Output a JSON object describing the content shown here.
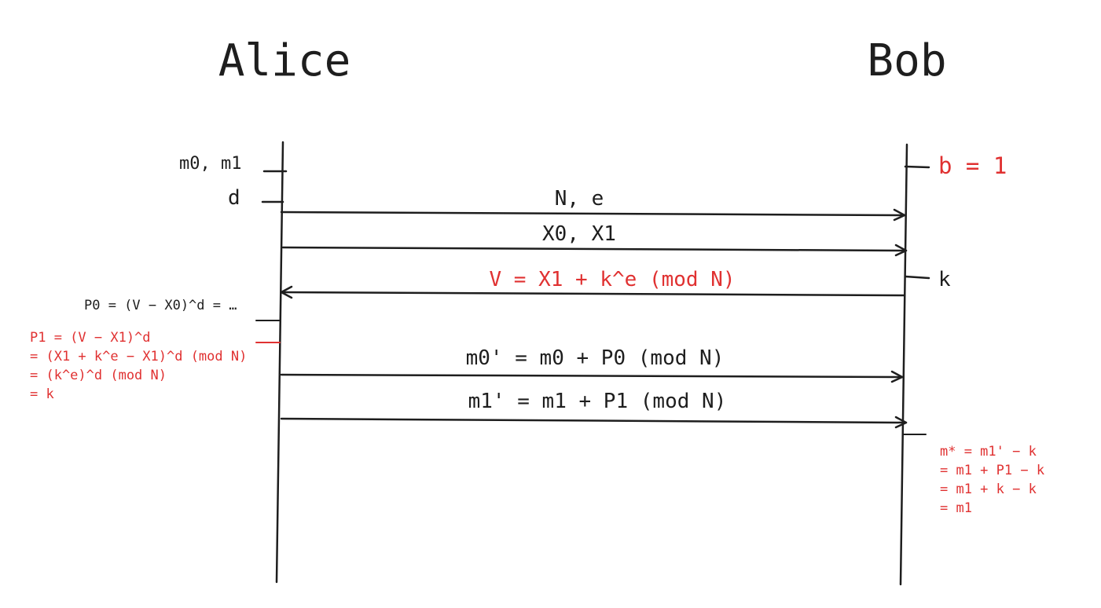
{
  "colors": {
    "ink": "#1e1e1e",
    "accent_red": "#e03131",
    "background": "#ffffff"
  },
  "parties": {
    "alice": "Alice",
    "bob": "Bob"
  },
  "alice_side": {
    "inputs_label": "m0, m1",
    "private_key_label": "d",
    "p0_label": "P0 = (V − X0)^d = …",
    "p1_derivation": [
      "P1 = (V − X1)^d",
      "= (X1 + k^e − X1)^d (mod N)",
      "= (k^e)^d (mod N)",
      "= k"
    ]
  },
  "bob_side": {
    "choice_label": "b = 1",
    "random_label": "k",
    "result_derivation": [
      "m* = m1' − k",
      "= m1 + P1 − k",
      "= m1 + k − k",
      "= m1"
    ]
  },
  "messages": [
    {
      "label": "N, e",
      "direction": "alice-to-bob",
      "highlight": false
    },
    {
      "label": "X0, X1",
      "direction": "alice-to-bob",
      "highlight": false
    },
    {
      "label": "V = X1 + k^e (mod N)",
      "direction": "bob-to-alice",
      "highlight": true
    },
    {
      "label": "m0' = m0 + P0 (mod N)",
      "direction": "alice-to-bob",
      "highlight": false
    },
    {
      "label": "m1' = m1 + P1 (mod N)",
      "direction": "alice-to-bob",
      "highlight": false
    }
  ]
}
